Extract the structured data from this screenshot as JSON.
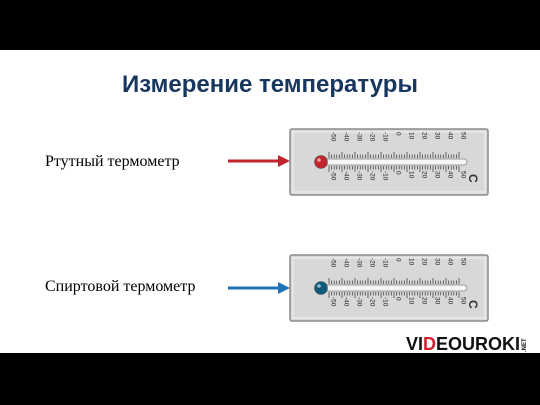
{
  "slide": {
    "title": "Измерение температуры"
  },
  "thermometers": [
    {
      "label": "Ртутный термометр",
      "arrow_color": "#c0262c",
      "liquid_color": "#c0262c",
      "liquid": "mercury"
    },
    {
      "label": "Спиртовой термометр",
      "arrow_color": "#1f73b7",
      "liquid_color": "#0e5a7d",
      "liquid": "alcohol"
    }
  ],
  "scale": {
    "unit": "C",
    "ticks": [
      "-50",
      "-40",
      "-30",
      "-20",
      "-10",
      "0",
      "10",
      "20",
      "30",
      "40",
      "50"
    ]
  },
  "logo": {
    "text_part1": "VI",
    "text_part2": "D",
    "text_part3": "EOUROKI",
    "suffix": ".NET",
    "accent_color": "#d0202f"
  }
}
